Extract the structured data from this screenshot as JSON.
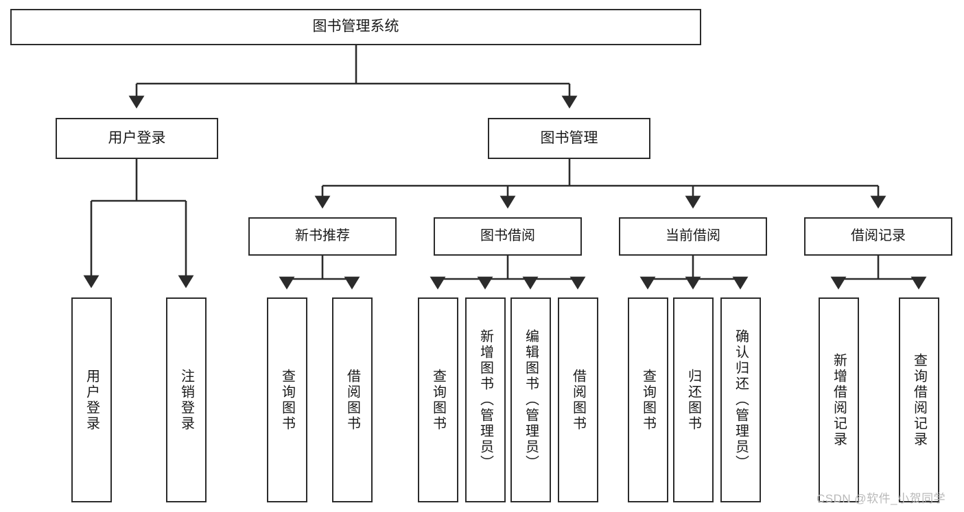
{
  "diagram": {
    "title": "图书管理系统",
    "type": "hierarchy-tree",
    "colors": {
      "box_border": "#2b2b2b",
      "box_fill": "#ffffff",
      "connector": "#2b2b2b",
      "text": "#1a1a1a",
      "watermark": "#b9b9b9"
    },
    "root": {
      "label": "图书管理系统"
    },
    "level2": [
      {
        "label": "用户登录"
      },
      {
        "label": "图书管理"
      }
    ],
    "level3": [
      {
        "label": "新书推荐"
      },
      {
        "label": "图书借阅"
      },
      {
        "label": "当前借阅"
      },
      {
        "label": "借阅记录"
      }
    ],
    "leaves": {
      "user_login": [
        {
          "label": "用户登录"
        },
        {
          "label": "注销登录"
        }
      ],
      "new_book_recommend": [
        {
          "label": "查询图书"
        },
        {
          "label": "借阅图书"
        }
      ],
      "book_borrow": [
        {
          "label": "查询图书"
        },
        {
          "label": "新增图书（管理员）"
        },
        {
          "label": "编辑图书（管理员）"
        },
        {
          "label": "借阅图书"
        }
      ],
      "current_borrow": [
        {
          "label": "查询图书"
        },
        {
          "label": "归还图书"
        },
        {
          "label": "确认归还（管理员）"
        }
      ],
      "borrow_record": [
        {
          "label": "新增借阅记录"
        },
        {
          "label": "查询借阅记录"
        }
      ]
    }
  },
  "watermark": {
    "text": "CSDN @软件_小贺同学"
  }
}
